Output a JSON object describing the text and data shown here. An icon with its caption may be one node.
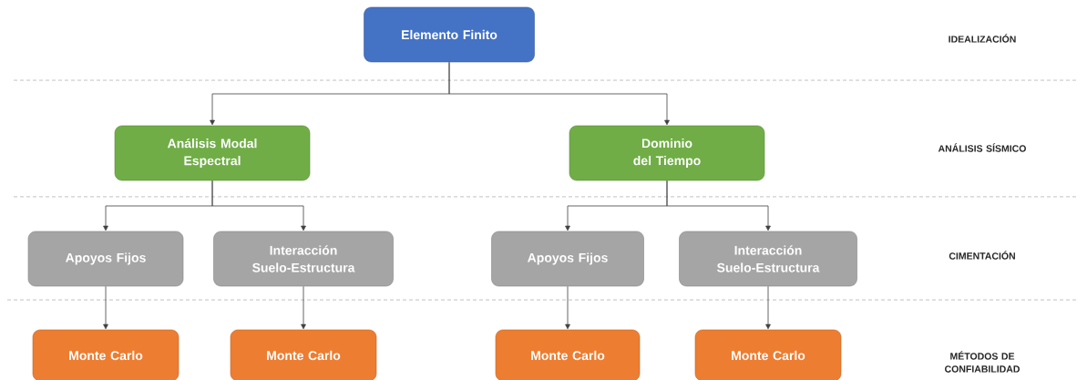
{
  "diagram": {
    "nodes": [
      {
        "text": [
          "Elemento Finito"
        ]
      },
      {
        "text": [
          "Análisis Modal Espectral"
        ]
      },
      {
        "text": [
          "Dominio del Tiempo"
        ]
      },
      {
        "text": [
          "Apoyos Fijos"
        ]
      },
      {
        "text": [
          "Interacción Suelo-Estructura"
        ]
      },
      {
        "text": [
          "Apoyos Fijos"
        ]
      },
      {
        "text": [
          "Interacción Suelo-Estructura"
        ]
      },
      {
        "text": [
          "Monte Carlo"
        ]
      },
      {
        "text": [
          "Monte Carlo"
        ]
      },
      {
        "text": [
          "Monte Carlo"
        ]
      },
      {
        "text": [
          "Monte Carlo"
        ]
      }
    ],
    "edges": [
      {
        "from": 0,
        "to": 1,
        "arrow": "to"
      },
      {
        "from": 0,
        "to": 2,
        "arrow": "to"
      },
      {
        "from": 1,
        "to": 3,
        "arrow": "to"
      },
      {
        "from": 1,
        "to": 4,
        "arrow": "to"
      },
      {
        "from": 2,
        "to": 5,
        "arrow": "to"
      },
      {
        "from": 2,
        "to": 6,
        "arrow": "to"
      },
      {
        "from": 3,
        "to": 7,
        "arrow": "to"
      },
      {
        "from": 4,
        "to": 8,
        "arrow": "to"
      },
      {
        "from": 5,
        "to": 9,
        "arrow": "to"
      },
      {
        "from": 6,
        "to": 10,
        "arrow": "to"
      }
    ],
    "labels": [
      "IDEALIZACIÓN",
      "ANÁLISIS SÍSMICO",
      "CIMENTACIÓN",
      "MÉTODOS DE CONFIABILIDAD"
    ]
  }
}
